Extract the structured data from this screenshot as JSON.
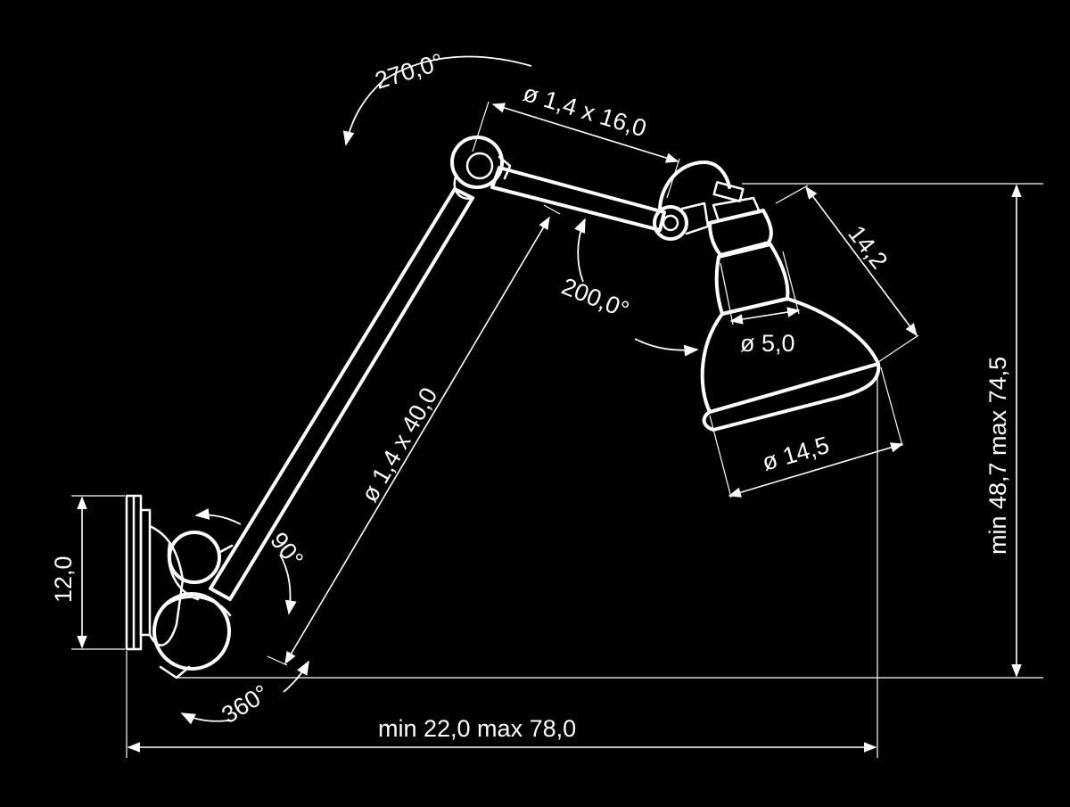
{
  "colors": {
    "background": "#000000",
    "lines": "#ffffff"
  },
  "labels": {
    "angle_top": "270,0°",
    "upper_arm": "ø 1,4 x 16,0",
    "shade_depth": "14,2",
    "angle_shade": "200,0°",
    "socket_diameter": "ø 5,0",
    "lower_arm": "ø 1,4 x 40,0",
    "height_range": "min 48,7   max 74,5",
    "shade_diameter": "ø 14,5",
    "base_height": "12,0",
    "angle_base": "90°",
    "angle_rotation": "360°",
    "width_range": "min 22,0   max 78,0"
  }
}
